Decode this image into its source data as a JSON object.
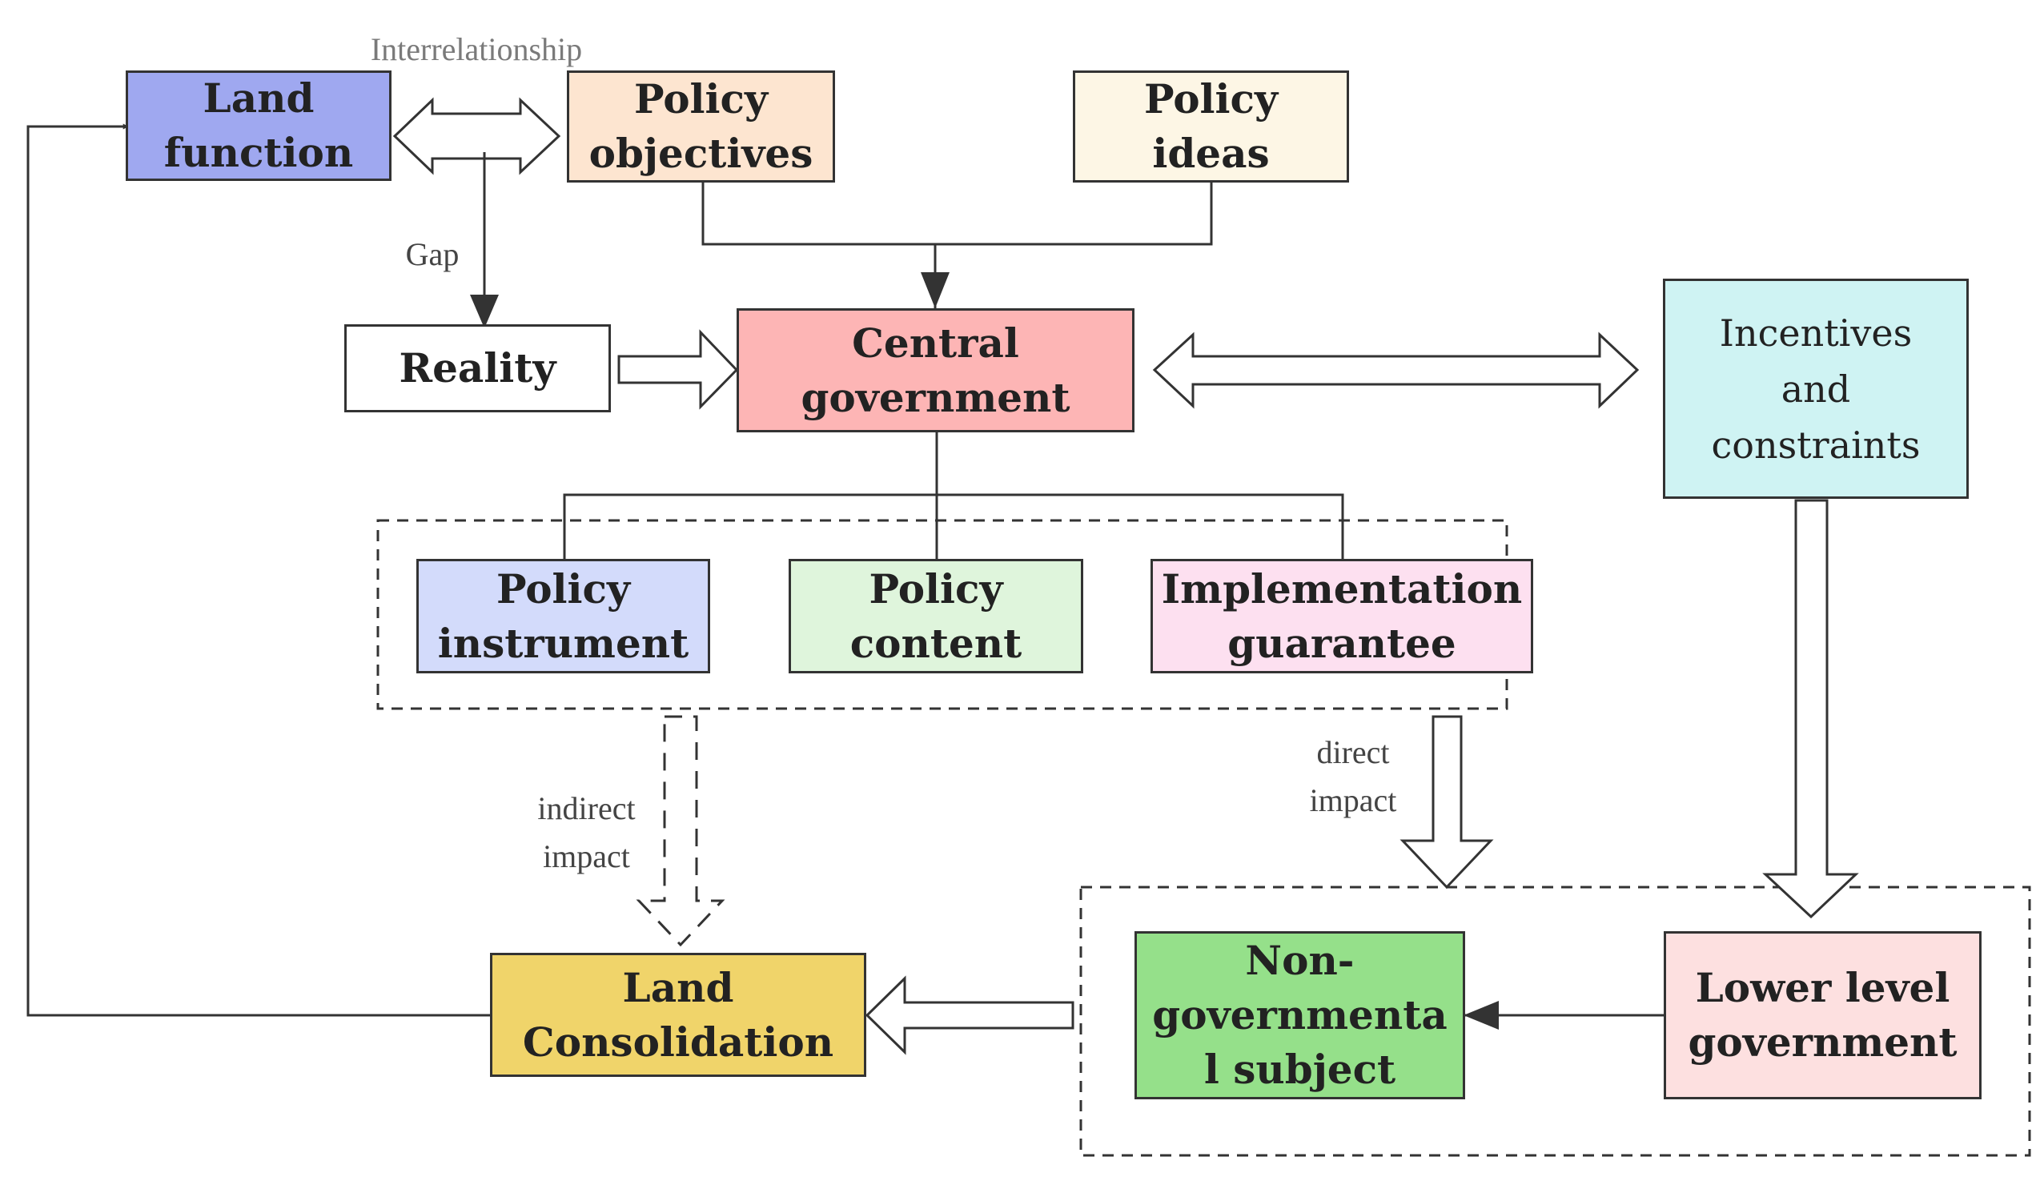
{
  "nodes": {
    "land_function": {
      "lines": [
        "Land",
        "function"
      ],
      "color": "#9fa8f0"
    },
    "policy_objectives": {
      "lines": [
        "Policy",
        "objectives"
      ],
      "color": "#fde5d0"
    },
    "policy_ideas": {
      "lines": [
        "Policy",
        "ideas"
      ],
      "color": "#fdf6e5"
    },
    "reality": {
      "lines": [
        "Reality"
      ],
      "color": "#ffffff"
    },
    "central_government": {
      "lines": [
        "Central",
        "government"
      ],
      "color": "#fdb5b5"
    },
    "incentives_constraints": {
      "lines": [
        "Incentives",
        "and",
        "constraints"
      ],
      "color": "#cff3f3"
    },
    "policy_instrument": {
      "lines": [
        "Policy",
        "instrument"
      ],
      "color": "#d3dbfb"
    },
    "policy_content": {
      "lines": [
        "Policy",
        "content"
      ],
      "color": "#dff5dc"
    },
    "implementation_guarantee": {
      "lines": [
        "Implementation",
        "guarantee"
      ],
      "color": "#fde0f0"
    },
    "land_consolidation": {
      "lines": [
        "Land",
        "Consolidation"
      ],
      "color": "#f0d46a"
    },
    "non_governmental_subject": {
      "lines": [
        "Non-",
        "governmenta",
        "l subject"
      ],
      "color": "#95e08a"
    },
    "lower_level_government": {
      "lines": [
        "Lower level",
        "government"
      ],
      "color": "#fde0e0"
    }
  },
  "labels": {
    "interrelationship": "Interrelationship",
    "gap": "Gap",
    "indirect_impact": [
      "indirect",
      "impact"
    ],
    "direct_impact": [
      "direct",
      "impact"
    ]
  }
}
